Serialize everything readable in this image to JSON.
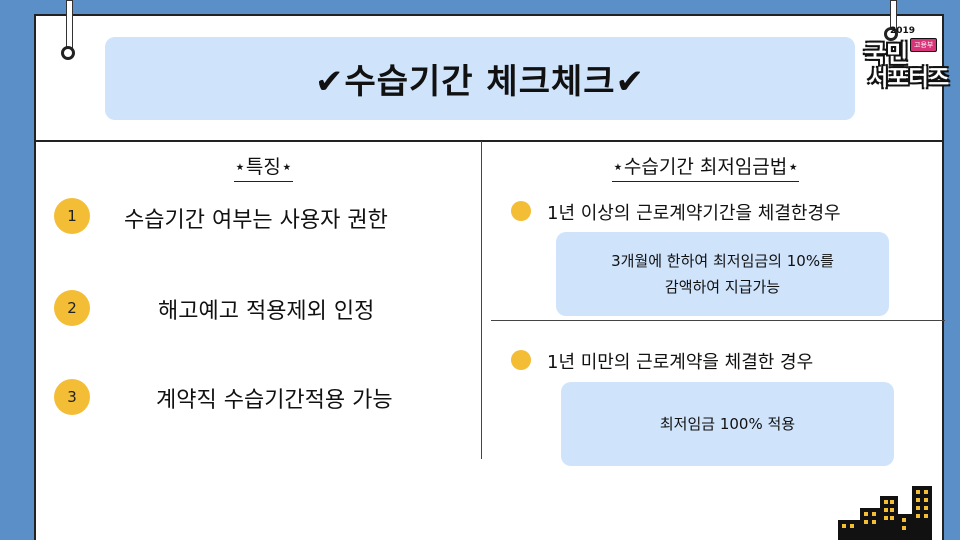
{
  "title": "✔수습기간 체크체크✔",
  "logo": {
    "year": "2019",
    "line1": "국민",
    "badge": "고용부",
    "line2": "서포터즈"
  },
  "left": {
    "heading": "⋆특징⋆",
    "items": [
      {
        "num": "1",
        "text": "수습기간 여부는 사용자 권한"
      },
      {
        "num": "2",
        "text": "해고예고 적용제외 인정"
      },
      {
        "num": "3",
        "text": "계약직 수습기간적용 가능"
      }
    ]
  },
  "right": {
    "heading": "⋆수습기간 최저임금법⋆",
    "cases": [
      {
        "label": "1년 이상의 근로계약기간을 체결한경우",
        "line1": "3개월에 한하여 최저임금의 10%를",
        "line2": "감액하여 지급가능"
      },
      {
        "label": "1년 미만의 근로계약을 체결한 경우",
        "line1": "최저임금 100% 적용"
      }
    ]
  },
  "colors": {
    "background": "#5a8fc8",
    "panel": "#cfe3fb",
    "bullet": "#f3bd36"
  }
}
